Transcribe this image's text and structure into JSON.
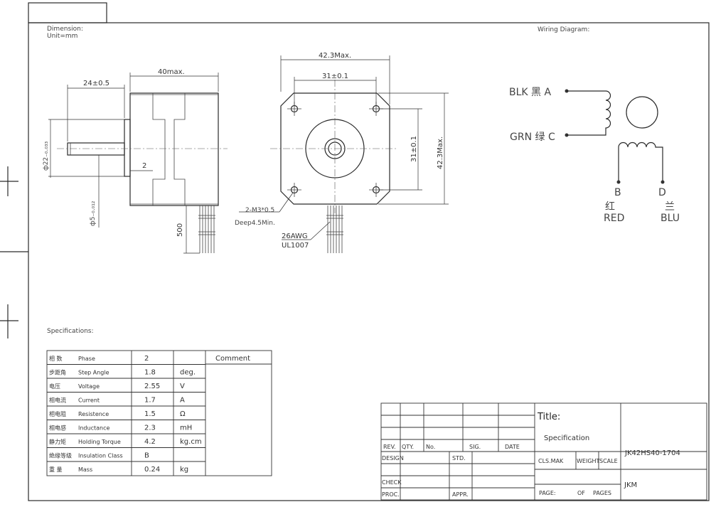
{
  "drawing": {
    "dimension_label": "Dimension:",
    "unit_label": "Unit=mm",
    "wiring_label": "Wiring Diagram:",
    "spec_label": "Specifications:"
  },
  "side_view": {
    "dim_top_length": "40max.",
    "dim_shaft_length": "24±0.5",
    "dim_flange": "2",
    "dim_boss_dia": "ф22₋₀.₀₃₃",
    "dim_shaft_dia": "ф5₋₀.₀₁₂",
    "dim_lead_length": "500"
  },
  "front_view": {
    "dim_overall_w": "42.3Max.",
    "dim_hole_w": "31±0.1",
    "dim_hole_h": "31±0.1",
    "dim_overall_h": "42.3Max.",
    "screw_note": "2-M3*0.5",
    "screw_depth": "Deep4.5Min.",
    "wire_gauge": "26AWG",
    "wire_type": "UL1007"
  },
  "wiring": {
    "lead_a": "BLK 黑 A",
    "lead_c": "GRN 绿 C",
    "lead_b": "B",
    "lead_d": "D",
    "color_b_cn": "红",
    "color_b_en": "RED",
    "color_d_cn": "兰",
    "color_d_en": "BLU"
  },
  "specs": {
    "comment_header": "Comment",
    "rows": [
      {
        "cn": "相  数",
        "en": "Phase",
        "value": "2",
        "unit": ""
      },
      {
        "cn": "步距角",
        "en": "Step  Angle",
        "value": "1.8",
        "unit": "deg."
      },
      {
        "cn": "电压",
        "en": "Voltage",
        "value": "2.55",
        "unit": "V"
      },
      {
        "cn": "相电流",
        "en": "Current",
        "value": "1.7",
        "unit": "A"
      },
      {
        "cn": "相电阻",
        "en": "Resistence",
        "value": "1.5",
        "unit": "Ω"
      },
      {
        "cn": "相电感",
        "en": "Inductance",
        "value": "2.3",
        "unit": "mH"
      },
      {
        "cn": "静力矩",
        "en": "Holding Torque",
        "value": "4.2",
        "unit": "kg.cm"
      },
      {
        "cn": "绝缘等级",
        "en": "Insulation Class",
        "value": "B",
        "unit": ""
      },
      {
        "cn": "重   量",
        "en": "Mass",
        "value": "0.24",
        "unit": "kg"
      }
    ]
  },
  "title_block": {
    "title_label": "Title:",
    "title_value": "Specification",
    "part_number": "JK42HS40-1704",
    "rev": "REV.",
    "qty": "QTY.",
    "no": "No.",
    "sig": "SIG.",
    "date": "DATE",
    "design": "DESIGN",
    "std": "STD.",
    "check": "CHECK",
    "proc": "PROC.",
    "appr": "APPR.",
    "cls_mak": "CLS.MAK",
    "weight": "WEIGHT",
    "scale": "SCALE",
    "page": "PAGE:",
    "of": "OF",
    "pages": "PAGES",
    "company": "JKM"
  }
}
